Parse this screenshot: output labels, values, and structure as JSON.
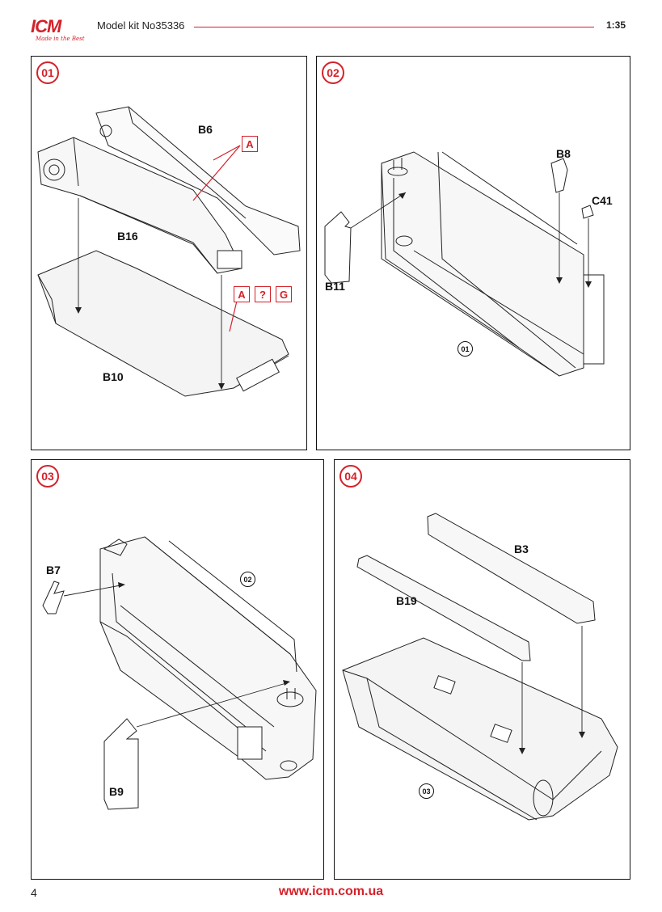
{
  "header": {
    "brand": "ICM",
    "slogan": "Made in the Best",
    "kit_title": "Model kit No35336",
    "scale": "1:35",
    "accent_color": "#d4212a"
  },
  "steps": [
    {
      "number": "01",
      "parts": [
        "B6",
        "B16",
        "B10"
      ],
      "paint_codes": [
        "A",
        "A",
        "?",
        "G"
      ]
    },
    {
      "number": "02",
      "parts": [
        "B8",
        "C41",
        "B11"
      ],
      "ref_step": "01"
    },
    {
      "number": "03",
      "parts": [
        "B7",
        "B9"
      ],
      "ref_step": "02"
    },
    {
      "number": "04",
      "parts": [
        "B3",
        "B19"
      ],
      "ref_step": "03"
    }
  ],
  "footer": {
    "page_number": "4",
    "website": "www.icm.com.ua"
  }
}
